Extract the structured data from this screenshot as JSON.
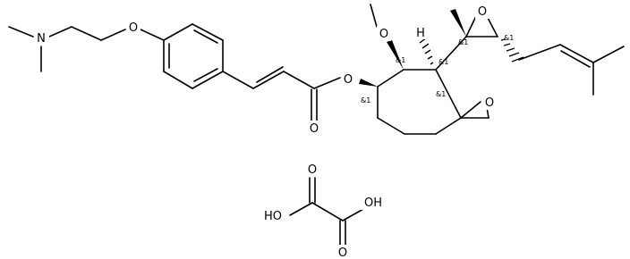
{
  "colors": {
    "ink": "#000000",
    "background": "#ffffff"
  },
  "atoms": {
    "n_dimethylamino": "N",
    "o_ether": "O",
    "o_ester": "O",
    "o_carbonyl": "O",
    "o_methoxy": "O",
    "o_epoxide_side": "O",
    "o_spiro_epoxide": "O",
    "h_ring": "H",
    "o_oxalic_1": "O",
    "o_oxalic_2": "O",
    "ho_oxalic": "HO",
    "oh_oxalic": "OH"
  },
  "stereo_labels": {
    "c_ester": "&1",
    "c_methoxy": "&1",
    "c_ring_h": "&1",
    "c_spiro": "&1",
    "c_epoxide_quat": "&1",
    "c_epoxide_ch": "&1"
  }
}
